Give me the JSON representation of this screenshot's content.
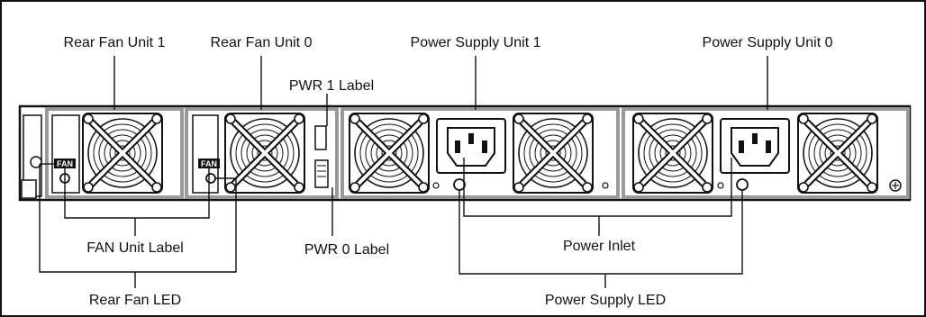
{
  "labels": {
    "rear_fan_unit_1": "Rear Fan Unit 1",
    "rear_fan_unit_0": "Rear Fan Unit 0",
    "psu_1": "Power Supply Unit 1",
    "psu_0": "Power Supply Unit 0",
    "pwr_1_label": "PWR 1 Label",
    "pwr_0_label": "PWR 0 Label",
    "fan_unit_label": "FAN Unit Label",
    "power_inlet": "Power Inlet",
    "rear_fan_led": "Rear Fan LED",
    "power_supply_led": "Power Supply LED"
  },
  "device": {
    "fan_tag": "FAN"
  }
}
